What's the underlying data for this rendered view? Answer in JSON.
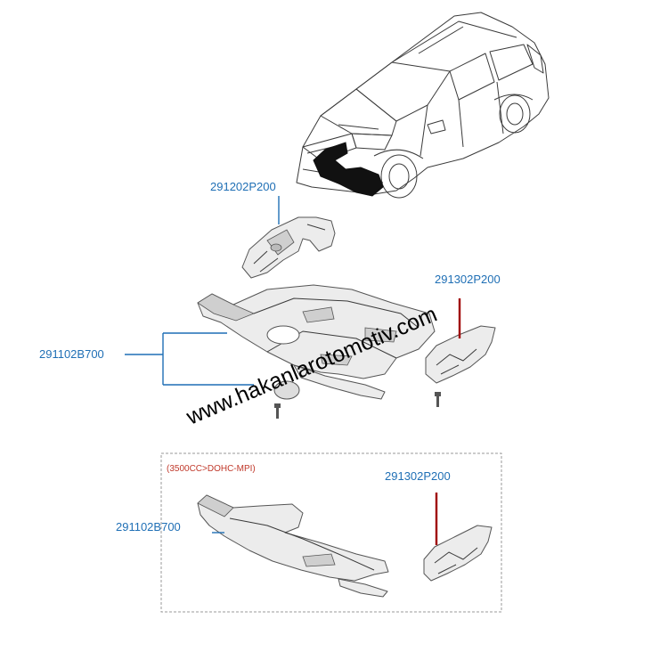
{
  "labels": {
    "engine_cover_part": "291202P200",
    "side_cover_part_top": "291302P200",
    "under_cover_part_top": "291102B700",
    "variant_note": "(3500CC>DOHC-MPI)",
    "side_cover_part_bottom": "291302P200",
    "under_cover_part_bottom": "291102B700"
  },
  "watermark": "www.hakanlarotomotiv.com",
  "colors": {
    "label_blue": "#1f6fb5",
    "variant_red": "#c0392b",
    "leader_red": "#a00000",
    "leader_blue": "#1f6fb5"
  }
}
